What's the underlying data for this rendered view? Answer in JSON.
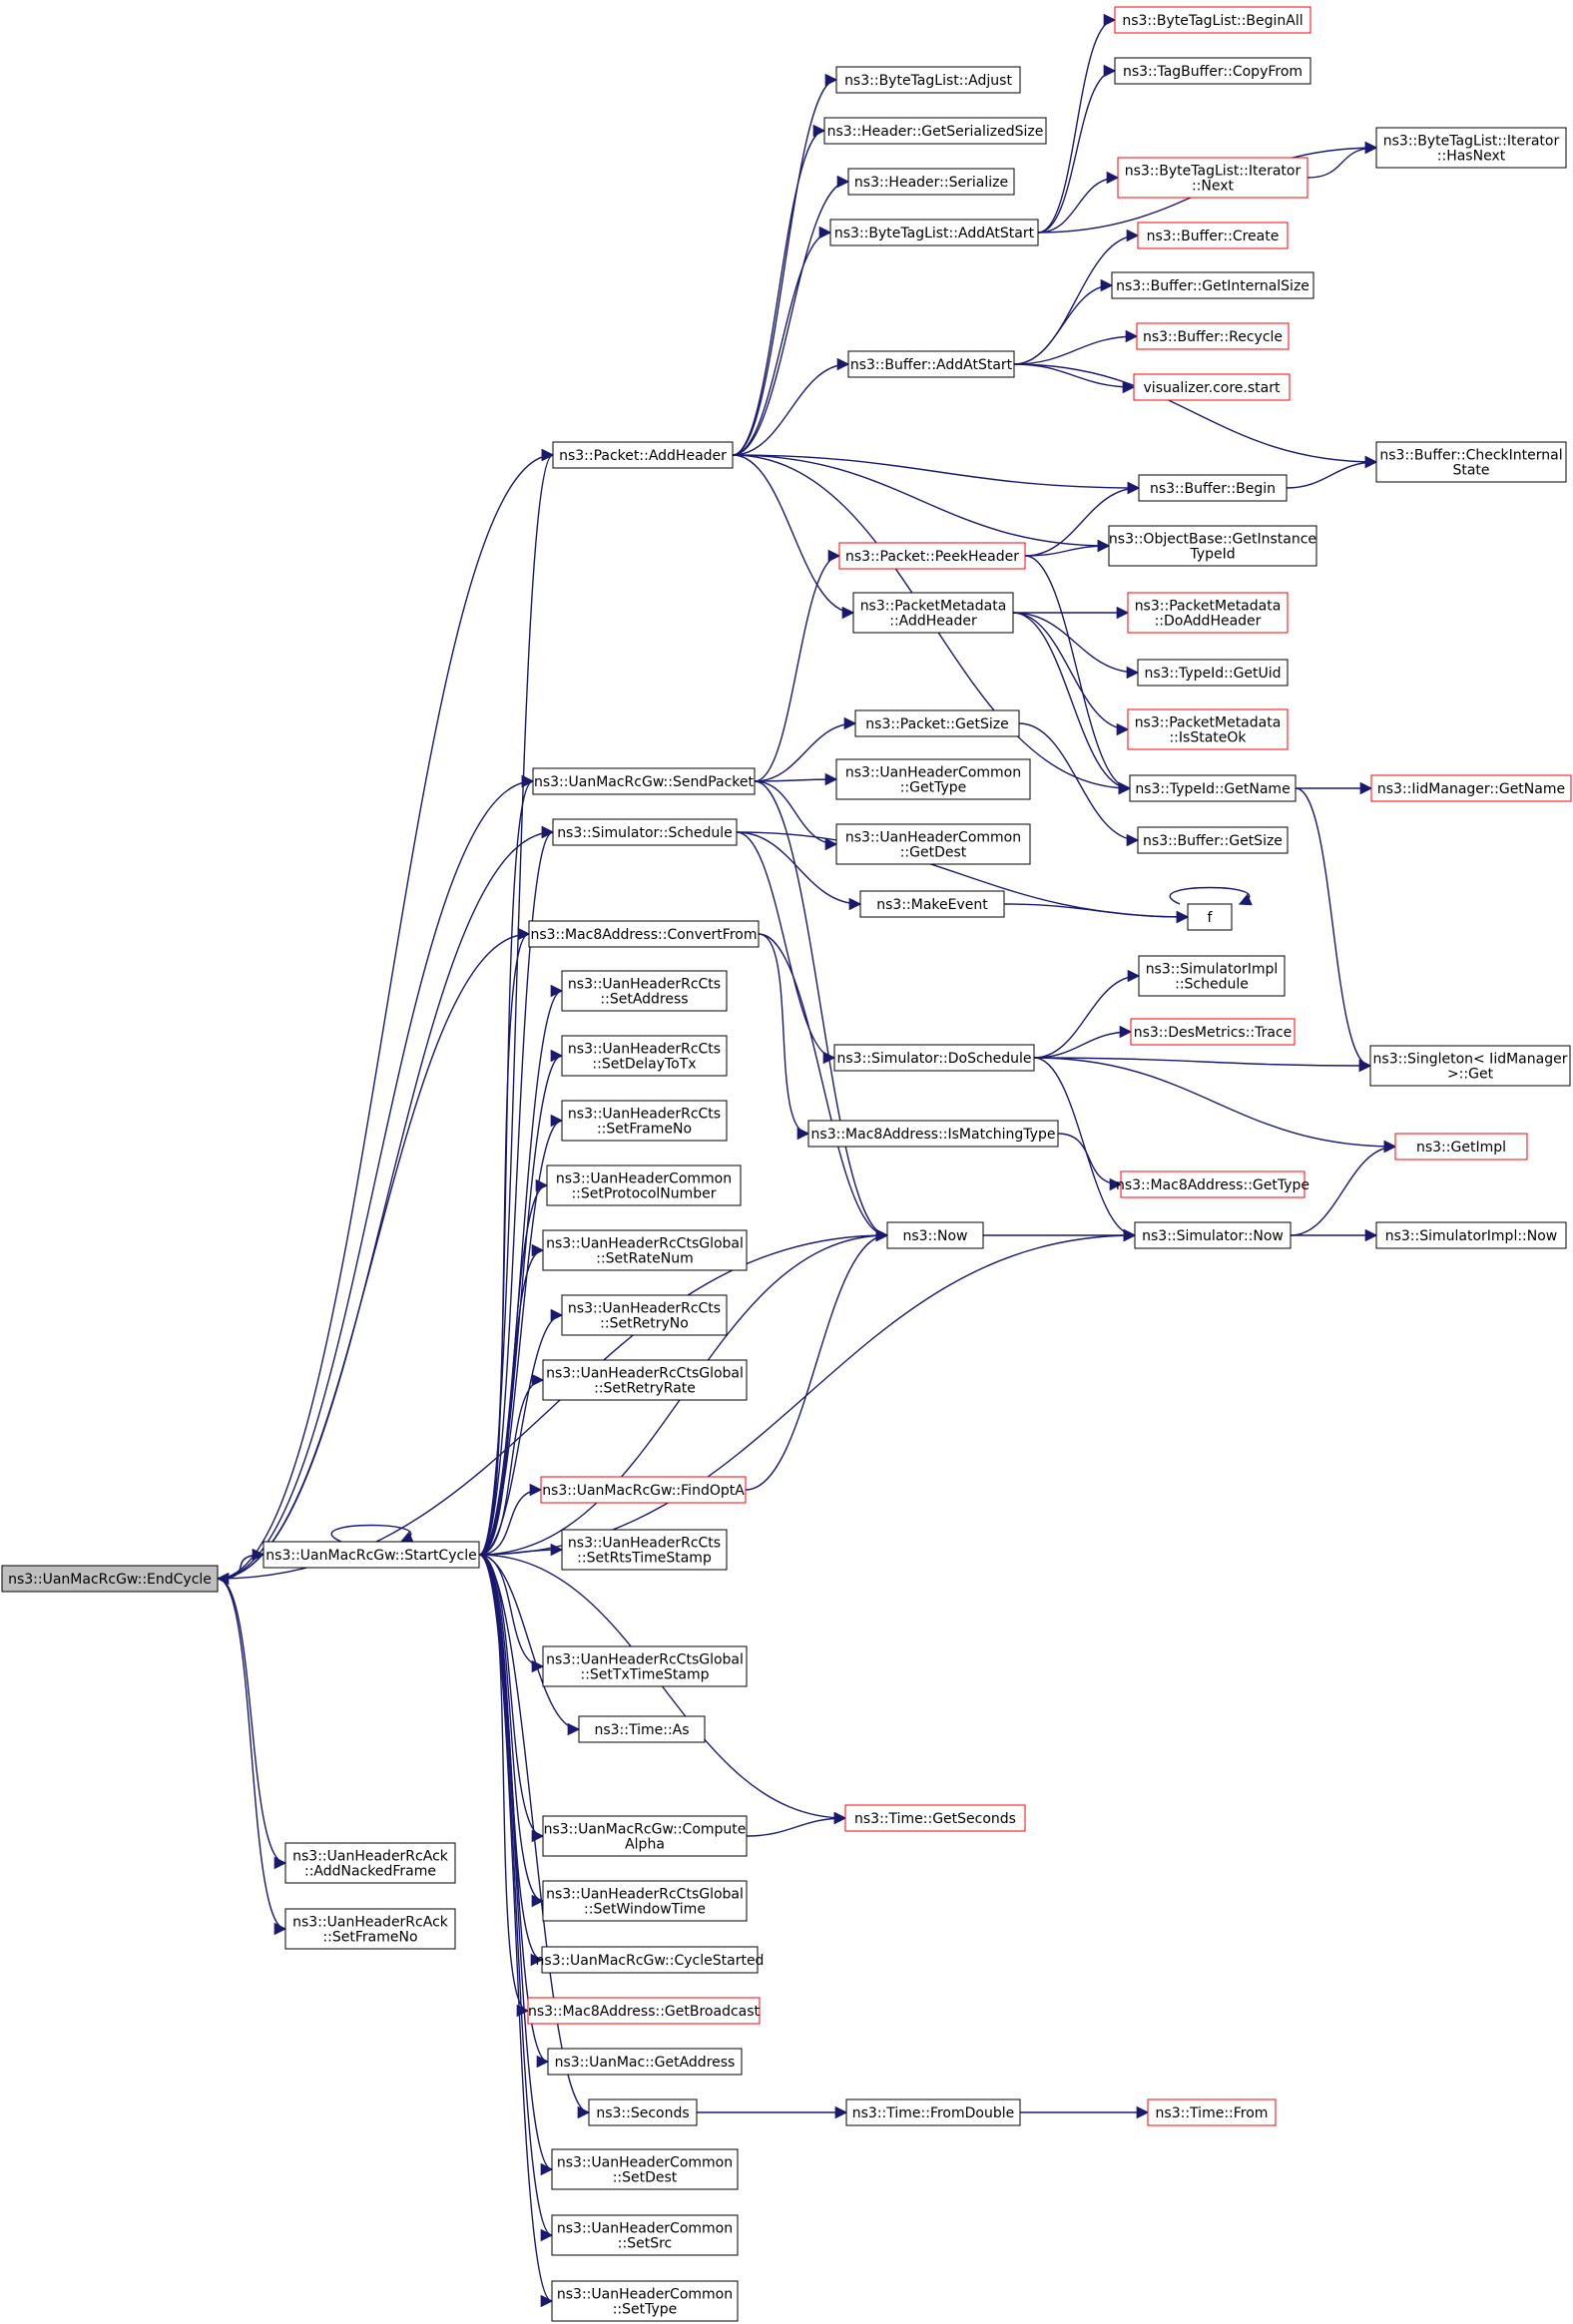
{
  "nodes": [
    {
      "id": "endcycle",
      "lines": [
        "ns3::UanMacRcGw::EndCycle"
      ],
      "style": "root"
    },
    {
      "id": "startcycle",
      "lines": [
        "ns3::UanMacRcGw::StartCycle"
      ],
      "style": "normal"
    },
    {
      "id": "addnacked",
      "lines": [
        "ns3::UanHeaderRcAck",
        "::AddNackedFrame"
      ],
      "style": "normal"
    },
    {
      "id": "ack_setframeno",
      "lines": [
        "ns3::UanHeaderRcAck",
        "::SetFrameNo"
      ],
      "style": "normal"
    },
    {
      "id": "addheader",
      "lines": [
        "ns3::Packet::AddHeader"
      ],
      "style": "normal"
    },
    {
      "id": "sendpacket",
      "lines": [
        "ns3::UanMacRcGw::SendPacket"
      ],
      "style": "normal"
    },
    {
      "id": "schedule",
      "lines": [
        "ns3::Simulator::Schedule"
      ],
      "style": "normal"
    },
    {
      "id": "convertfrom",
      "lines": [
        "ns3::Mac8Address::ConvertFrom"
      ],
      "style": "normal"
    },
    {
      "id": "setaddress",
      "lines": [
        "ns3::UanHeaderRcCts",
        "::SetAddress"
      ],
      "style": "normal"
    },
    {
      "id": "setdelaytotx",
      "lines": [
        "ns3::UanHeaderRcCts",
        "::SetDelayToTx"
      ],
      "style": "normal"
    },
    {
      "id": "cts_setframeno",
      "lines": [
        "ns3::UanHeaderRcCts",
        "::SetFrameNo"
      ],
      "style": "normal"
    },
    {
      "id": "setprotocolnumber",
      "lines": [
        "ns3::UanHeaderCommon",
        "::SetProtocolNumber"
      ],
      "style": "normal"
    },
    {
      "id": "setratenum",
      "lines": [
        "ns3::UanHeaderRcCtsGlobal",
        "::SetRateNum"
      ],
      "style": "normal"
    },
    {
      "id": "setretryno",
      "lines": [
        "ns3::UanHeaderRcCts",
        "::SetRetryNo"
      ],
      "style": "normal"
    },
    {
      "id": "setretryrate",
      "lines": [
        "ns3::UanHeaderRcCtsGlobal",
        "::SetRetryRate"
      ],
      "style": "normal"
    },
    {
      "id": "findopta",
      "lines": [
        "ns3::UanMacRcGw::FindOptA"
      ],
      "style": "red"
    },
    {
      "id": "setrtstimestamp",
      "lines": [
        "ns3::UanHeaderRcCts",
        "::SetRtsTimeStamp"
      ],
      "style": "normal"
    },
    {
      "id": "settxtimestamp",
      "lines": [
        "ns3::UanHeaderRcCtsGlobal",
        "::SetTxTimeStamp"
      ],
      "style": "normal"
    },
    {
      "id": "time_as",
      "lines": [
        "ns3::Time::As"
      ],
      "style": "normal"
    },
    {
      "id": "getseconds",
      "lines": [
        "ns3::Time::GetSeconds"
      ],
      "style": "red"
    },
    {
      "id": "computealpha",
      "lines": [
        "ns3::UanMacRcGw::Compute",
        "Alpha"
      ],
      "style": "normal"
    },
    {
      "id": "setwindowtime",
      "lines": [
        "ns3::UanHeaderRcCtsGlobal",
        "::SetWindowTime"
      ],
      "style": "normal"
    },
    {
      "id": "cyclestarted",
      "lines": [
        "ns3::UanMacRcGw::CycleStarted"
      ],
      "style": "normal"
    },
    {
      "id": "getbroadcast",
      "lines": [
        "ns3::Mac8Address::GetBroadcast"
      ],
      "style": "red"
    },
    {
      "id": "getaddress",
      "lines": [
        "ns3::UanMac::GetAddress"
      ],
      "style": "normal"
    },
    {
      "id": "seconds",
      "lines": [
        "ns3::Seconds"
      ],
      "style": "normal"
    },
    {
      "id": "fromdouble",
      "lines": [
        "ns3::Time::FromDouble"
      ],
      "style": "normal"
    },
    {
      "id": "time_from",
      "lines": [
        "ns3::Time::From"
      ],
      "style": "red"
    },
    {
      "id": "setdest",
      "lines": [
        "ns3::UanHeaderCommon",
        "::SetDest"
      ],
      "style": "normal"
    },
    {
      "id": "setsrc",
      "lines": [
        "ns3::UanHeaderCommon",
        "::SetSrc"
      ],
      "style": "normal"
    },
    {
      "id": "settype",
      "lines": [
        "ns3::UanHeaderCommon",
        "::SetType"
      ],
      "style": "normal"
    },
    {
      "id": "btl_adjust",
      "lines": [
        "ns3::ByteTagList::Adjust"
      ],
      "style": "normal"
    },
    {
      "id": "hdr_getsersize",
      "lines": [
        "ns3::Header::GetSerializedSize"
      ],
      "style": "normal"
    },
    {
      "id": "hdr_serialize",
      "lines": [
        "ns3::Header::Serialize"
      ],
      "style": "normal"
    },
    {
      "id": "btl_addatstart",
      "lines": [
        "ns3::ByteTagList::AddAtStart"
      ],
      "style": "normal"
    },
    {
      "id": "buf_addatstart",
      "lines": [
        "ns3::Buffer::AddAtStart"
      ],
      "style": "normal"
    },
    {
      "id": "peekheader",
      "lines": [
        "ns3::Packet::PeekHeader"
      ],
      "style": "red"
    },
    {
      "id": "pm_addheader",
      "lines": [
        "ns3::PacketMetadata",
        "::AddHeader"
      ],
      "style": "normal"
    },
    {
      "id": "pkt_getsize",
      "lines": [
        "ns3::Packet::GetSize"
      ],
      "style": "normal"
    },
    {
      "id": "uhc_gettype",
      "lines": [
        "ns3::UanHeaderCommon",
        "::GetType"
      ],
      "style": "normal"
    },
    {
      "id": "uhc_getdest",
      "lines": [
        "ns3::UanHeaderCommon",
        "::GetDest"
      ],
      "style": "normal"
    },
    {
      "id": "makeevent",
      "lines": [
        "ns3::MakeEvent"
      ],
      "style": "normal"
    },
    {
      "id": "doschedule",
      "lines": [
        "ns3::Simulator::DoSchedule"
      ],
      "style": "normal"
    },
    {
      "id": "ismatchingtype",
      "lines": [
        "ns3::Mac8Address::IsMatchingType"
      ],
      "style": "normal"
    },
    {
      "id": "now",
      "lines": [
        "ns3::Now"
      ],
      "style": "normal"
    },
    {
      "id": "btl_beginall",
      "lines": [
        "ns3::ByteTagList::BeginAll"
      ],
      "style": "red"
    },
    {
      "id": "tagbuf_copyfrom",
      "lines": [
        "ns3::TagBuffer::CopyFrom"
      ],
      "style": "normal"
    },
    {
      "id": "btli_next",
      "lines": [
        "ns3::ByteTagList::Iterator",
        "::Next"
      ],
      "style": "red"
    },
    {
      "id": "btli_hasnext",
      "lines": [
        "ns3::ByteTagList::Iterator",
        "::HasNext"
      ],
      "style": "normal"
    },
    {
      "id": "buf_create",
      "lines": [
        "ns3::Buffer::Create"
      ],
      "style": "red"
    },
    {
      "id": "buf_getinternalsize",
      "lines": [
        "ns3::Buffer::GetInternalSize"
      ],
      "style": "normal"
    },
    {
      "id": "buf_recycle",
      "lines": [
        "ns3::Buffer::Recycle"
      ],
      "style": "red"
    },
    {
      "id": "viz_start",
      "lines": [
        "visualizer.core.start"
      ],
      "style": "red"
    },
    {
      "id": "buf_checkinternal",
      "lines": [
        "ns3::Buffer::CheckInternal",
        "State"
      ],
      "style": "normal"
    },
    {
      "id": "buf_begin",
      "lines": [
        "ns3::Buffer::Begin"
      ],
      "style": "normal"
    },
    {
      "id": "ob_getinstancetypeid",
      "lines": [
        "ns3::ObjectBase::GetInstance",
        "TypeId"
      ],
      "style": "normal"
    },
    {
      "id": "pm_doaddheader",
      "lines": [
        "ns3::PacketMetadata",
        "::DoAddHeader"
      ],
      "style": "red"
    },
    {
      "id": "typeid_getuid",
      "lines": [
        "ns3::TypeId::GetUid"
      ],
      "style": "normal"
    },
    {
      "id": "pm_isstateok",
      "lines": [
        "ns3::PacketMetadata",
        "::IsStateOk"
      ],
      "style": "red"
    },
    {
      "id": "typeid_getname",
      "lines": [
        "ns3::TypeId::GetName"
      ],
      "style": "normal"
    },
    {
      "id": "buf_getsize",
      "lines": [
        "ns3::Buffer::GetSize"
      ],
      "style": "normal"
    },
    {
      "id": "f",
      "lines": [
        "f"
      ],
      "style": "normal"
    },
    {
      "id": "simimpl_schedule",
      "lines": [
        "ns3::SimulatorImpl",
        "::Schedule"
      ],
      "style": "normal"
    },
    {
      "id": "desmetrics_trace",
      "lines": [
        "ns3::DesMetrics::Trace"
      ],
      "style": "red"
    },
    {
      "id": "mac8_gettype",
      "lines": [
        "ns3::Mac8Address::GetType"
      ],
      "style": "red"
    },
    {
      "id": "sim_now",
      "lines": [
        "ns3::Simulator::Now"
      ],
      "style": "normal"
    },
    {
      "id": "iidmgr_getname",
      "lines": [
        "ns3::IidManager::GetName"
      ],
      "style": "red"
    },
    {
      "id": "singleton_get",
      "lines": [
        "ns3::Singleton< IidManager",
        " >::Get"
      ],
      "style": "normal"
    },
    {
      "id": "getimpl",
      "lines": [
        "ns3::GetImpl"
      ],
      "style": "red"
    },
    {
      "id": "simimpl_now",
      "lines": [
        "ns3::SimulatorImpl::Now"
      ],
      "style": "normal"
    }
  ]
}
